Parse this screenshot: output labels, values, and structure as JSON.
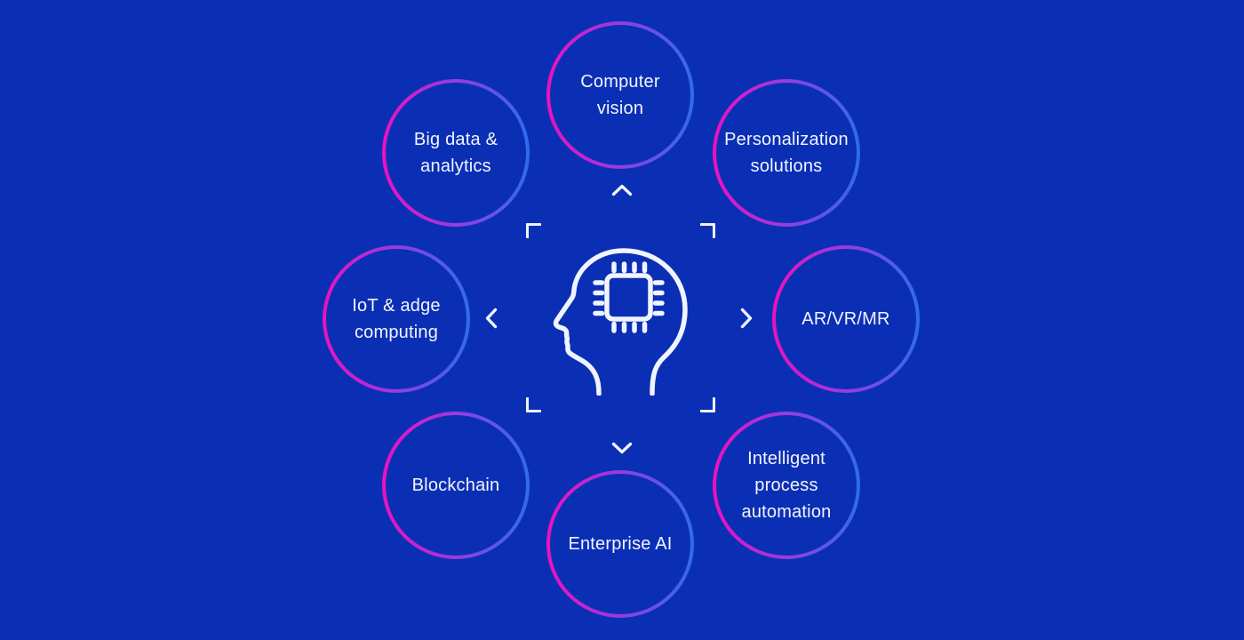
{
  "colors": {
    "background": "#0b2fb4",
    "gradient_start": "#ee10c0",
    "gradient_mid": "#973ce0",
    "gradient_end": "#2d6cf2",
    "label_text": "#f2f5ff",
    "line": "#f0f4ff"
  },
  "center": {
    "icon": "ai-head-chip-icon",
    "frame_icon": "focus-frame-corners",
    "chevron_icons": [
      "chevron-up-icon",
      "chevron-right-icon",
      "chevron-down-icon",
      "chevron-left-icon"
    ]
  },
  "nodes": [
    {
      "id": "computer-vision",
      "label": "Computer\nvision"
    },
    {
      "id": "personalization-solutions",
      "label": "Personalization\nsolutions"
    },
    {
      "id": "ar-vr-mr",
      "label": "AR/VR/MR"
    },
    {
      "id": "intelligent-process-automation",
      "label": "Intelligent\nprocess\nautomation"
    },
    {
      "id": "enterprise-ai",
      "label": "Enterprise AI"
    },
    {
      "id": "blockchain",
      "label": "Blockchain"
    },
    {
      "id": "iot-edge-computing",
      "label": "IoT & adge\ncomputing"
    },
    {
      "id": "big-data-analytics",
      "label": "Big data &\nanalytics"
    }
  ]
}
